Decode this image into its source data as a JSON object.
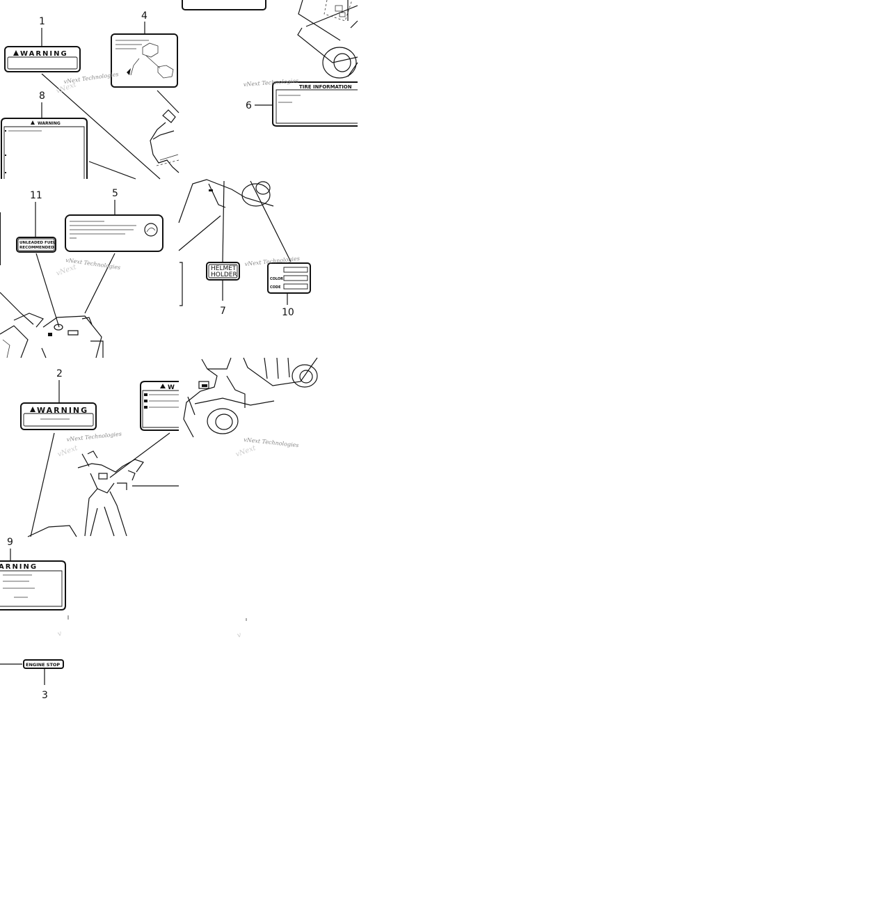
{
  "callouts": {
    "n1": "1",
    "n2": "2",
    "n3": "3",
    "n4": "4",
    "n5": "5",
    "n6": "6",
    "n7": "7",
    "n8": "8",
    "n9": "9",
    "n10": "10",
    "n11": "11"
  },
  "labels": {
    "warning_1": "WARNING",
    "warning_2": "WARNING",
    "warning_8": "WARNING",
    "warning_9": "ARNING",
    "warning_cut": "W",
    "tire_info": "TIRE INFORMATION",
    "unleaded_line1": "UNLEADED FUEL",
    "unleaded_line2": "RECOMMENDED",
    "helmet_line1": "HELMET",
    "helmet_line2": "HOLDER",
    "color": "COLOR",
    "code": "CODE",
    "engine_stop": "ENGINE STOP"
  },
  "watermark": {
    "line1": "vNext Technologies"
  },
  "colors": {
    "ink": "#111111",
    "paper": "#ffffff",
    "watermark": "#888888"
  }
}
